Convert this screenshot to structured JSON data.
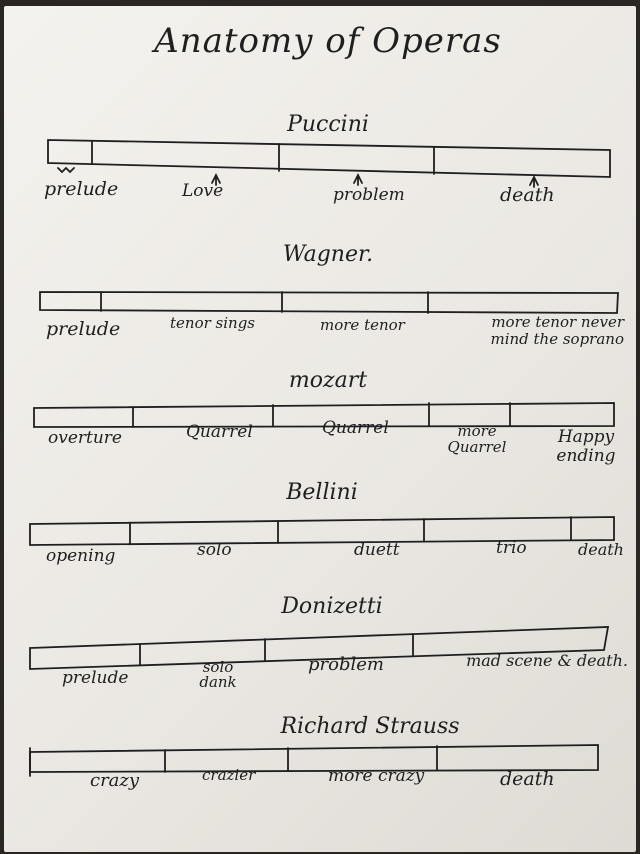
{
  "title": "Anatomy of Operas",
  "operas": [
    {
      "composer": "Puccini",
      "sections": [
        "prelude",
        "Love",
        "problem",
        "death"
      ]
    },
    {
      "composer": "Wagner.",
      "sections": [
        "prelude",
        "tenor sings",
        "more tenor",
        "more tenor never mind the soprano"
      ]
    },
    {
      "composer": "mozart",
      "sections": [
        "overture",
        "Quarrel",
        "Quarrel",
        "more Quarrel",
        "Happy ending"
      ]
    },
    {
      "composer": "Bellini",
      "sections": [
        "opening",
        "solo",
        "duett",
        "trio",
        "death"
      ]
    },
    {
      "composer": "Donizetti",
      "sections": [
        "prelude",
        "solo dank",
        "problem",
        "mad scene & death."
      ]
    },
    {
      "composer": "Richard Strauss",
      "sections": [
        "crazy",
        "crazier",
        "more crazy",
        "death"
      ]
    }
  ]
}
